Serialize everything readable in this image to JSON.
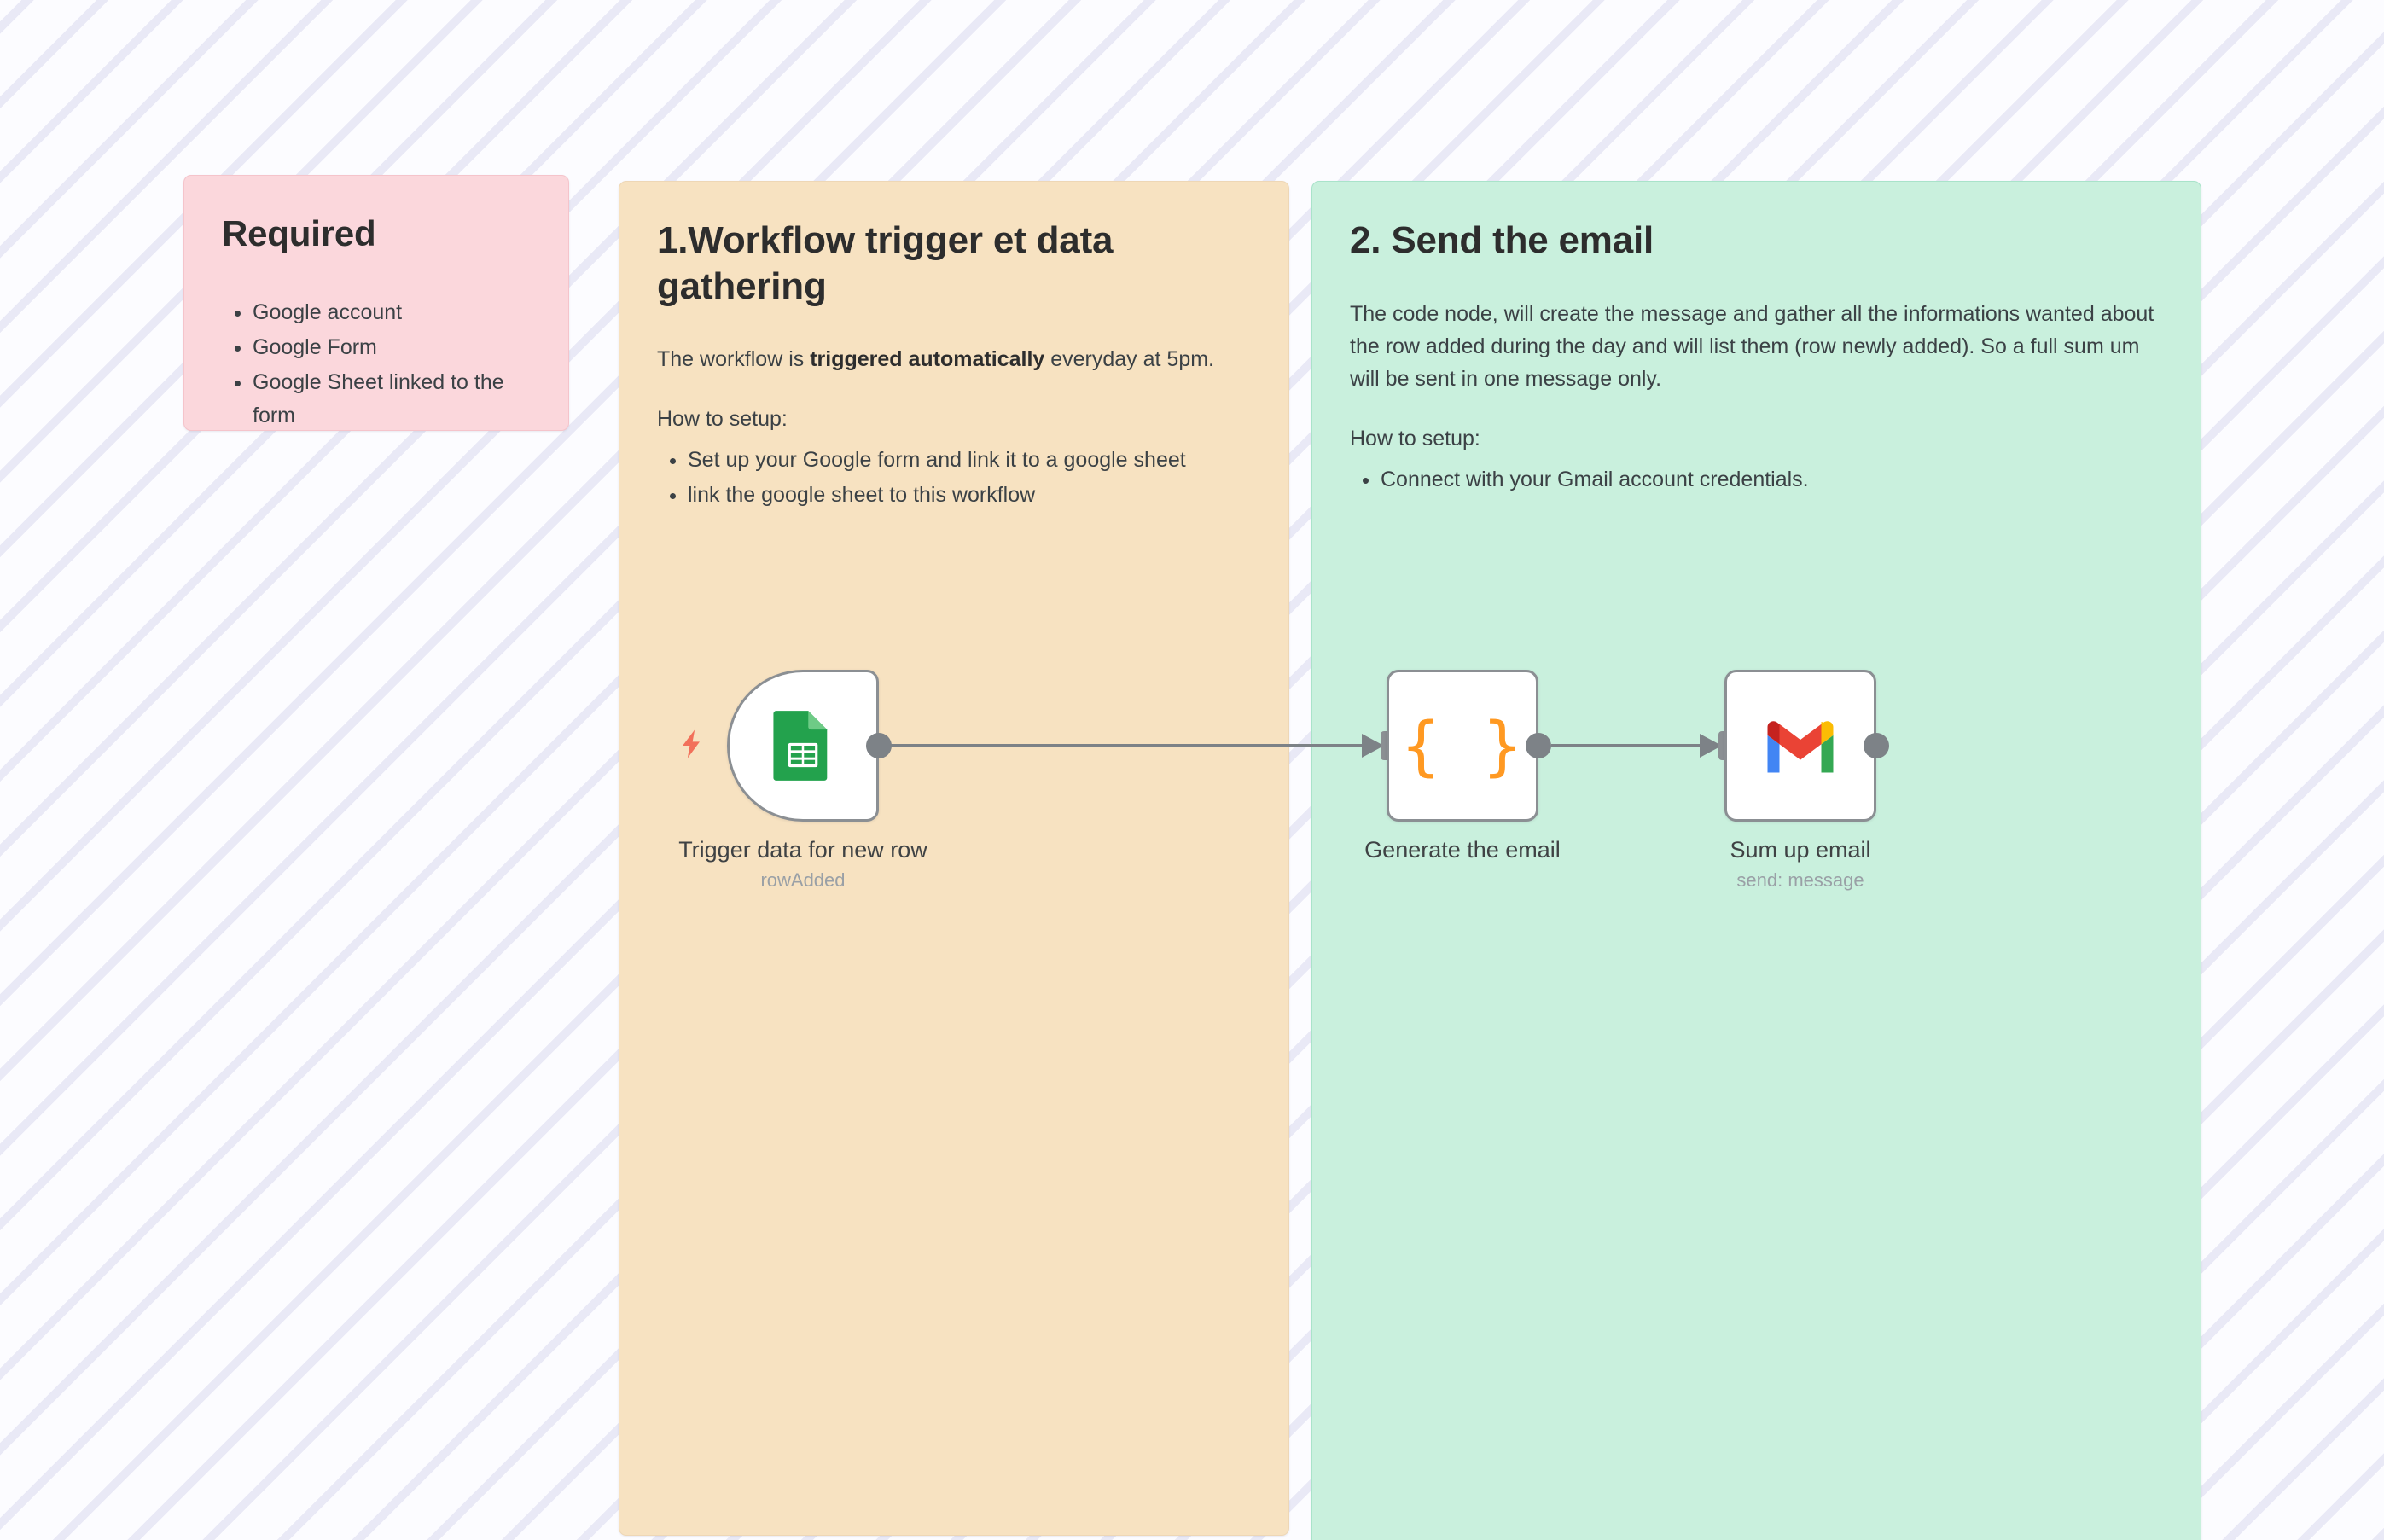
{
  "canvas": {
    "background_stripe_color": "#e9e9f6",
    "background_base_color": "#fbfbfe"
  },
  "notes": {
    "required": {
      "title": "Required",
      "color": "#fbd7dc",
      "items": [
        "Google account",
        "Google Form",
        "Google Sheet linked to the form"
      ]
    },
    "trigger": {
      "title": "1.Workflow trigger et data gathering",
      "color": "#f7e2c1",
      "paragraph_prefix": "The workflow is ",
      "paragraph_bold": "triggered automatically",
      "paragraph_suffix": " everyday at 5pm.",
      "setup_label": "How to setup:",
      "items": [
        "Set up your Google form and link it to a google sheet",
        "link the google sheet to this workflow"
      ]
    },
    "email": {
      "title": "2. Send the email",
      "color": "#c9f0dd",
      "paragraph": "The code node, will create the message and gather all the informations wanted about the row added during the day and will list them (row newly added). So a full sum um will be sent in one message only.",
      "setup_label": "How to setup:",
      "items": [
        "Connect with your Gmail account credentials."
      ]
    }
  },
  "nodes": [
    {
      "id": "google-sheets-trigger",
      "label": "Trigger data for new row",
      "sublabel": "rowAdded",
      "icon": "google-sheets-icon",
      "kind": "trigger",
      "badge": "lightning-bolt-icon",
      "badge_color": "#f2705a"
    },
    {
      "id": "code-node",
      "label": "Generate the email",
      "sublabel": "",
      "icon": "code-braces-icon",
      "kind": "action",
      "icon_color": "#ff9922"
    },
    {
      "id": "gmail-node",
      "label": "Sum up email",
      "sublabel": "send: message",
      "icon": "gmail-icon",
      "kind": "action"
    }
  ],
  "connections": [
    {
      "from": "google-sheets-trigger",
      "to": "code-node"
    },
    {
      "from": "code-node",
      "to": "gmail-node"
    }
  ],
  "colors": {
    "node_border": "#8b8f93",
    "port": "#7d8287",
    "wire": "#7d8287",
    "text_primary": "#2d2d2d",
    "text_body": "#3b4145",
    "text_muted": "#9aa0a6"
  }
}
